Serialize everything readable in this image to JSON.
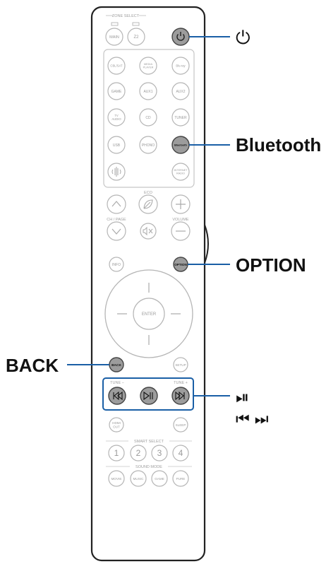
{
  "remote": {
    "zone_select": "ZONE SELECT",
    "main": "MAIN",
    "z2": "Z2",
    "sources": [
      "CBL/SAT",
      "MEDIA PLAYER",
      "Blu-ray",
      "GAME",
      "AUX1",
      "AUX2",
      "TV AUDIO",
      "CD",
      "TUNER",
      "USB",
      "PHONO",
      "Bluetooth",
      "INTERNET RADIO"
    ],
    "eco": "ECO",
    "ch_page": "CH / PAGE",
    "volume": "VOLUME",
    "info": "INFO",
    "option": "OPTION",
    "enter": "ENTER",
    "back": "BACK",
    "setup": "SETUP",
    "tune_minus": "TUNE −",
    "tune_plus": "TUNE +",
    "hdmi_out": "HDMI OUT",
    "sleep": "SLEEP",
    "smart_select": "SMART SELECT",
    "smart_buttons": [
      "1",
      "2",
      "3",
      "4"
    ],
    "sound_mode": "SOUND MODE",
    "sound_modes": [
      "MOVIE",
      "MUSIC",
      "GAME",
      "PURE"
    ]
  },
  "callouts": {
    "power_symbol": "⏻",
    "bluetooth": "Bluetooth",
    "option": "OPTION",
    "back": "BACK",
    "play_pause_symbol": "⏯",
    "skip_symbols": "⏮ ⏭"
  },
  "colors": {
    "highlight_line": "#1a5fa6",
    "highlight_button": "#9c9c9c",
    "button_outline": "#b5b5b5",
    "remote_outline": "#222222"
  }
}
